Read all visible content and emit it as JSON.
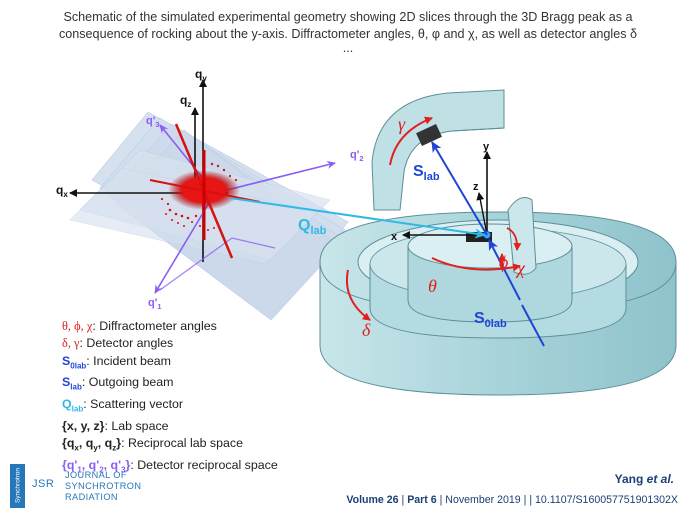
{
  "caption": {
    "line1": "Schematic of the simulated experimental geometry showing 2D slices through the 3D Bragg peak as a",
    "line2": "consequence of rocking about the y-axis. Diffractometer angles, θ, φ and χ, as well as detector angles δ",
    "ellipsis": "..."
  },
  "diagram": {
    "q_axes": {
      "qy": {
        "base": "q",
        "sub": "y"
      },
      "qz": {
        "base": "q",
        "sub": "z"
      },
      "qx": {
        "base": "q",
        "sub": "x"
      },
      "q1": {
        "base": "q'",
        "sub": "1"
      },
      "q2": {
        "base": "q'",
        "sub": "2"
      },
      "q3": {
        "base": "q'",
        "sub": "3"
      }
    },
    "Q_lab": {
      "base": "Q",
      "sub": "lab"
    },
    "S_lab": {
      "base": "S",
      "sub": "lab"
    },
    "S_0lab": {
      "base": "S",
      "sub": "0lab"
    },
    "lab_axes": {
      "x": "x",
      "y": "y",
      "z": "z"
    },
    "angles": {
      "gamma": "γ",
      "delta": "δ",
      "theta": "θ",
      "phi": "ϕ",
      "chi": "χ"
    },
    "colors": {
      "accent": "#e02020",
      "beam": "#1f45d6",
      "scatter": "#2fb9e6",
      "q_axes": "#8b5cf6",
      "ring": "#b9dde2",
      "slices": "#b8cbe3"
    }
  },
  "legend": {
    "row1": {
      "symbols": "θ, ϕ, χ",
      "text": ": Diffractometer angles"
    },
    "row2": {
      "symbols": "δ, γ",
      "text": ": Detector angles"
    },
    "row3": {
      "base": "S",
      "sub": "0lab",
      "text": ": Incident beam"
    },
    "row4": {
      "base": "S",
      "sub": "lab",
      "text": ": Outgoing beam"
    },
    "row5": {
      "base": "Q",
      "sub": "lab",
      "text": ": Scattering vector"
    },
    "row6": {
      "text": "{x, y, z}",
      "rest": ": Lab space"
    },
    "row7": {
      "open": "{q",
      "s1": "x",
      "m1": ", q",
      "s2": "y",
      "m2": ", q",
      "s3": "z",
      "close": "}",
      "rest": ": Reciprocal lab space"
    },
    "row8": {
      "open": "{q'",
      "s1": "1",
      "m1": ", q'",
      "s2": "2",
      "m2": ", q'",
      "s3": "3",
      "close": "}",
      "rest": ": Detector reciprocal space"
    }
  },
  "journal": {
    "vertical": "Synchrotron",
    "abbr": "JSR",
    "line1": "JOURNAL OF",
    "line2": "SYNCHROTRON",
    "line3": "RADIATION"
  },
  "citation": {
    "author": "Yang",
    "etal": "et al.",
    "volume_label": "Volume",
    "volume": "26",
    "part_label": "Part",
    "part": "6",
    "date": "November 2019",
    "doi": "10.1107/S160057751901302X"
  }
}
